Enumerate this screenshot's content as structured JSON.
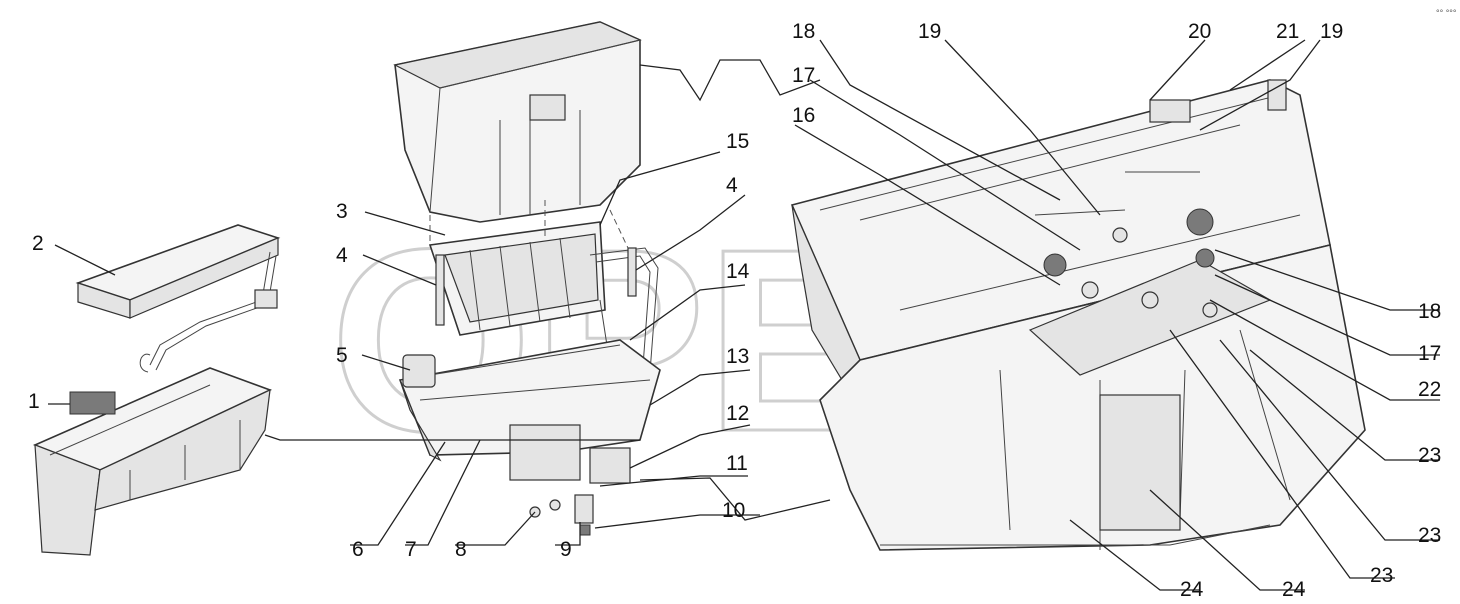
{
  "watermark": "OPEX",
  "corner_mark": "°° °°°",
  "labels": {
    "n1": "1",
    "n2": "2",
    "n3": "3",
    "n4a": "4",
    "n4b": "4",
    "n5": "5",
    "n6": "6",
    "n7": "7",
    "n8": "8",
    "n9": "9",
    "n10": "10",
    "n11": "11",
    "n12": "12",
    "n13": "13",
    "n14": "14",
    "n15": "15",
    "n16": "16",
    "n17a": "17",
    "n17b": "17",
    "n18a": "18",
    "n18b": "18",
    "n19a": "19",
    "n19b": "19",
    "n20": "20",
    "n21": "21",
    "n22": "22",
    "n23a": "23",
    "n23b": "23",
    "n23c": "23",
    "n24a": "24",
    "n24b": "24"
  }
}
